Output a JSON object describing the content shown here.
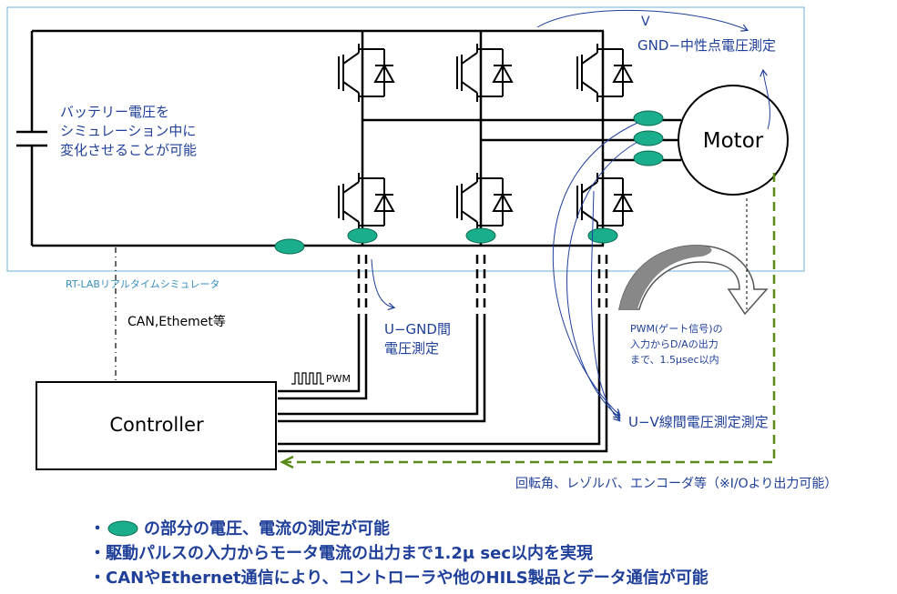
{
  "labels": {
    "v_title": "V",
    "gnd_neutral": "GND−中性点電圧測定",
    "battery_1": "バッテリー電圧を",
    "battery_2": "シミュレーション中に",
    "battery_3": "変化させることが可能",
    "motor": "Motor",
    "rtlab": "RT-LABリアルタイムシミュレータ",
    "can": "CAN,Ethemet等",
    "ugnd_1": "U−GND間",
    "ugnd_2": "電圧測定",
    "pwm": "PWM",
    "pwm_note_1": "PWM(ゲート信号)の",
    "pwm_note_2": "入力からD/Aの出力",
    "pwm_note_3": "まで、1.5μsec以内",
    "uv_line": "U−V線間電圧測定測定",
    "controller": "Controller",
    "encoder": "回転角、レゾルバ、エンコーダ等（※I/Oより出力可能）"
  },
  "bullets": {
    "b1_prefix": "・",
    "b1_text": "の部分の電圧、電流の測定が可能",
    "b2": "・駆動パルスの入力からモータ電流の出力まで1.2μ sec以内を実現",
    "b3": "・CANやEthernet通信により、コントローラや他のHILS製品とデータ通信が可能"
  },
  "colors": {
    "probe": "#1aae8c",
    "annotation": "#1f3f99",
    "dashed_green": "#5a8a1a",
    "frame": "#6fb0d8"
  }
}
